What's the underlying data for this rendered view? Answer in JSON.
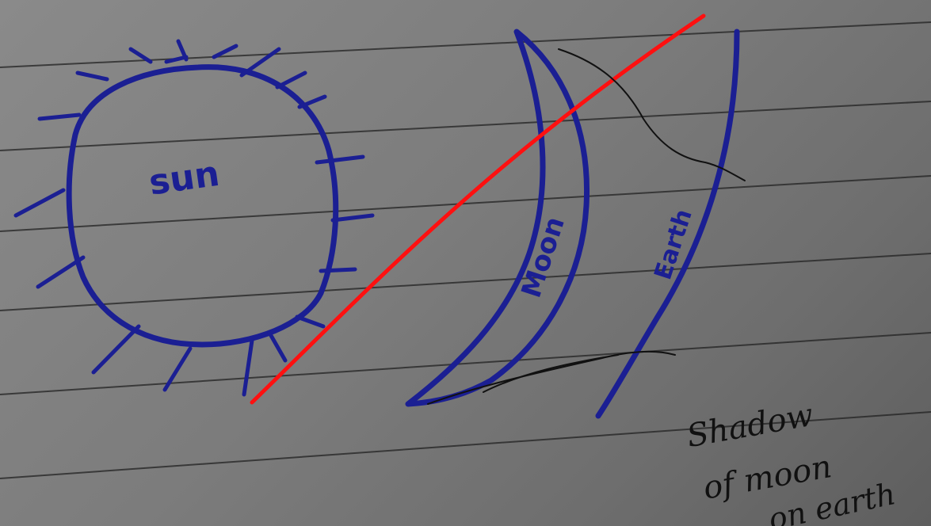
{
  "labels": {
    "sun": "sun",
    "moon": "Moon",
    "earth": "Earth",
    "shadow_line1": "Shadow",
    "shadow_line2": "of moon",
    "shadow_line3": "on earth"
  },
  "colors": {
    "paper": "#7c7c7c",
    "rule_line": "#222222",
    "blue_ink": "#1b1f93",
    "red_line": "#ff1010",
    "pencil": "#111111"
  }
}
